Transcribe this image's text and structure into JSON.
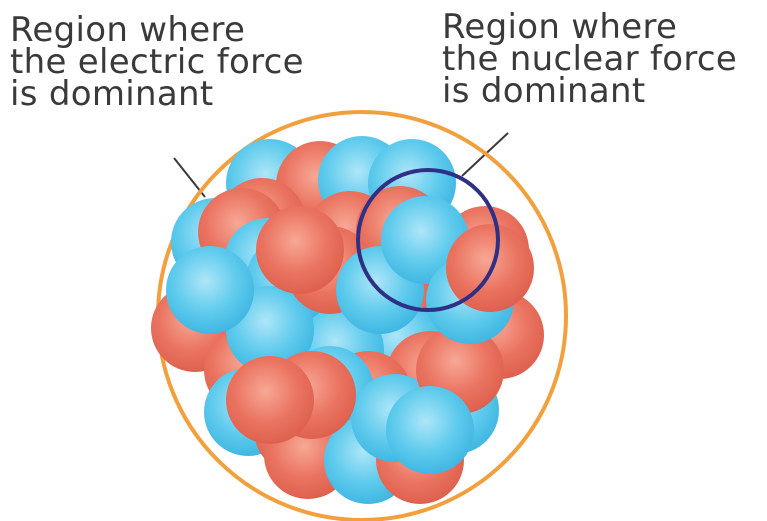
{
  "labels": {
    "electric": {
      "line1": "Region where",
      "line2": "the electric force",
      "line3": "is dominant"
    },
    "nuclear": {
      "line1": "Region where",
      "line2": "the nuclear force",
      "line3": "is dominant"
    }
  },
  "colors": {
    "proton": "#e8705c",
    "neutron": "#54c6ea",
    "nucleus_outline": "#f2a03d",
    "nuclear_region_outline": "#2e2f85",
    "leader_line": "#3a3a3a",
    "text": "#3a3a3a"
  },
  "particles": {
    "proton_count": 21,
    "neutron_count": 21
  }
}
